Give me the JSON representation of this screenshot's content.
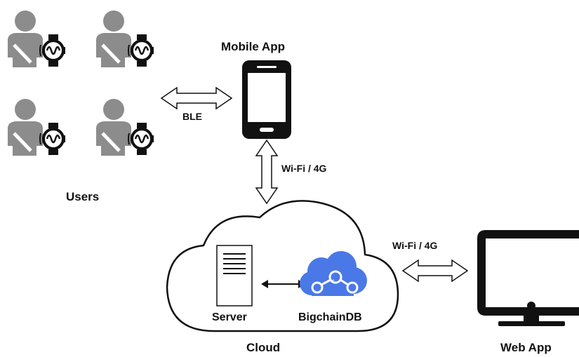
{
  "labels": {
    "mobile_app": "Mobile App",
    "ble": "BLE",
    "wifi_4g_top": "Wi-Fi / 4G",
    "users": "Users",
    "wifi_4g_right": "Wi-Fi / 4G",
    "server": "Server",
    "bigchaindb": "BigchainDB",
    "cloud": "Cloud",
    "web_app": "Web App"
  },
  "icons": {
    "user": "user-with-smartwatch-icon",
    "mobile": "smartphone-icon",
    "server": "server-tower-icon",
    "database": "bigchaindb-logo-icon",
    "web": "desktop-monitor-icon",
    "cloud": "cloud-shape"
  },
  "colors": {
    "person": "#8c8c8c",
    "outline": "#111111",
    "bigchaindb_blue": "#4a78e6",
    "bigchaindb_light": "#b9cdf6"
  }
}
